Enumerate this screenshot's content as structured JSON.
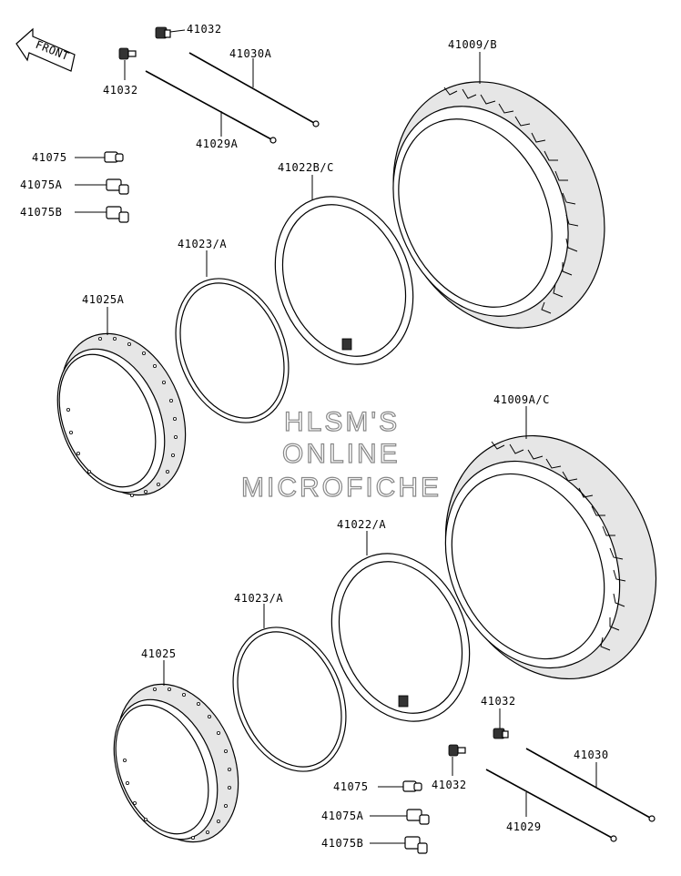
{
  "front_arrow": {
    "text": "FRONT"
  },
  "watermark": {
    "line1": "HLSM'S",
    "line2": "ONLINE",
    "line3": "MICROFICHE"
  },
  "labels": {
    "l41032_top": "41032",
    "l41032_left": "41032",
    "l41030A": "41030A",
    "l41029A": "41029A",
    "l41009B": "41009/B",
    "l41075": "41075",
    "l41075A": "41075A",
    "l41075B": "41075B",
    "l41022BC": "41022B/C",
    "l41023A_top": "41023/A",
    "l41025A": "41025A",
    "l41009AC": "41009A/C",
    "l41022A": "41022/A",
    "l41023A_bot": "41023/A",
    "l41025": "41025",
    "l41032_br": "41032",
    "l41032_bc": "41032",
    "l41030": "41030",
    "l41029": "41029",
    "l41075_b": "41075",
    "l41075A_b": "41075A",
    "l41075B_b": "41075B"
  }
}
